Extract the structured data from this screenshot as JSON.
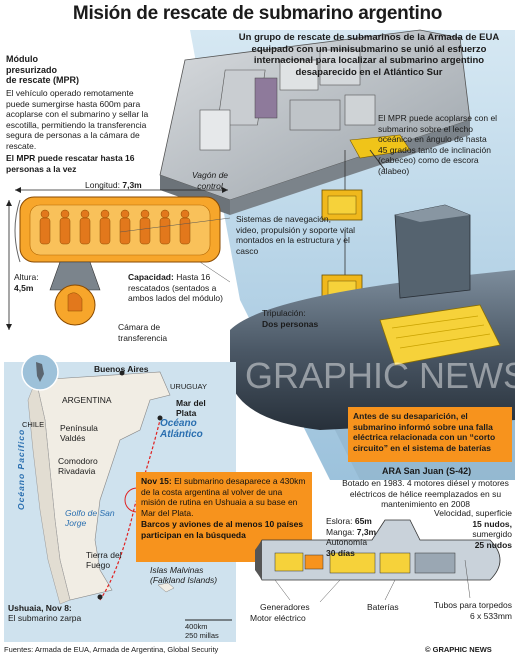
{
  "header": {
    "title": "Misión de rescate de submarino argentino",
    "intro": "Un grupo de rescate de submarinos de la Armada de EUA equipado con un minisubmarino se unió al esfuerzo internacional para localizar al submarino argentino desaparecido en el Atlántico Sur"
  },
  "mpr": {
    "heading_line1": "Módulo",
    "heading_line2": "presurizado",
    "heading_line3": "de rescate (MPR)",
    "description": "El vehículo operado remotamente puede sumergirse hasta 600m para acoplarse con el submarino y sellar la escotilla, permitiendo la transferencia segura de personas a la cámara de rescate.",
    "capacity_note": "El MPR puede rescatar hasta 16 personas a la vez",
    "length_label": "Longitud:",
    "length_value": "7,3m",
    "height_label": "Altura:",
    "height_value": "4,5m",
    "systems": "Sistemas de navegación, video, propulsión y soporte vital montados en la estructura y el casco",
    "capacity_label": "Capacidad:",
    "capacity_text": "Hasta 16 rescatados (sentados a ambos lados del módulo)",
    "crew_label": "Tripulación:",
    "crew_value": "Dos personas",
    "transfer_chamber": "Cámara de transferencia",
    "control_van": "Vagón de control",
    "docking_note": "El MPR puede acoplarse con el submarino sobre el lecho oceánico en ángulo de hasta 45 grados tanto de inclinación (cabeceo) como de escora (alabeo)"
  },
  "map": {
    "argentina": "ARGENTINA",
    "chile": "CHILE",
    "uruguay": "URUGUAY",
    "buenos_aires": "Buenos Aires",
    "mar_del_plata": "Mar del Plata",
    "peninsula_valdes": "Península Valdés",
    "comodoro": "Comodoro Rivadavia",
    "golfo": "Golfo de San Jorge",
    "tierra_fuego": "Tierra del Fuego",
    "malvinas": "Islas Malvinas",
    "falkland": "(Falkland Islands)",
    "ushuaia_label": "Ushuaia, Nov 8:",
    "ushuaia_text": "El submarino zarpa",
    "pacific": "Océano Pacífico",
    "atlantic": "Océano Atlántico",
    "scale_km": "400km",
    "scale_mi": "250 millas",
    "nov15_label": "Nov 15:",
    "nov15_text": "El submarino desaparece a 430km de la costa argentina al volver de una misión de rutina en Ushuaia a su base en Mar del Plata.",
    "search_note": "Barcos y aviones de al menos 10 países participan en la búsqueda"
  },
  "sub": {
    "failure_note": "Antes de su desaparición, el submarino informó sobre una falla eléctrica relacionada con un “corto circuito” en el sistema de baterías",
    "name": "ARA San Juan (S-42)",
    "built": "Botado en 1983. 4 motores diésel y motores eléctricos de hélice reemplazados en su mantenimiento en 2008",
    "eslora_label": "Eslora:",
    "eslora_value": "65m",
    "manga_label": "Manga:",
    "manga_value": "7,3m",
    "autonomy_label": "Autonomía",
    "autonomy_value": "30 días",
    "speed_label": "Velocidad, superficie",
    "speed_surface": "15 nudos,",
    "speed_sub_label": "sumergido",
    "speed_sub": "25 nudos",
    "generators": "Generadores",
    "motor": "Motor eléctrico",
    "batteries": "Baterías",
    "torpedo_label": "Tubos para torpedos",
    "torpedo_value": "6 x 533mm"
  },
  "footer": {
    "sources": "Fuentes: Armada de EUA, Armada de Argentina, Global Security",
    "credit": "© GRAPHIC NEWS",
    "watermark": "GRAPHIC NEWS"
  },
  "colors": {
    "sea": "#b9d7e8",
    "sea_dark": "#6f9ec0",
    "orange": "#f7931d",
    "yellow": "#f6d23a",
    "land": "#e9e4da",
    "sub_body": "#4b5866"
  }
}
